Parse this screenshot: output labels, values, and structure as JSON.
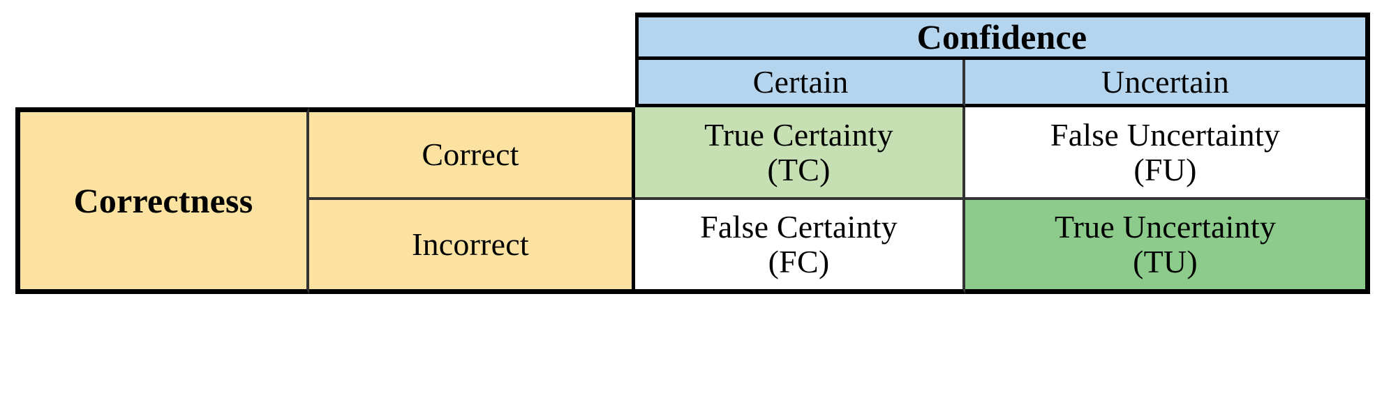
{
  "figure": {
    "kind": "confusion-matrix-table",
    "row_axis_label": "Correctness",
    "column_axis_label": "Confidence"
  },
  "colors": {
    "header_blue": "#b5d5ee",
    "header_yellow": "#fbe2a0",
    "true_certainty_green": "#c6e0b4",
    "true_uncertainty_green": "#8ccb8c",
    "neutral_white": "#ffffff",
    "border_black": "#000000"
  },
  "columns": {
    "group_label": "Confidence",
    "headers": [
      {
        "label": "Certain"
      },
      {
        "label": "Uncertain"
      }
    ]
  },
  "rows": {
    "group_label": "Correctness",
    "headers": [
      {
        "label": "Correct"
      },
      {
        "label": "Incorrect"
      }
    ]
  },
  "cells": {
    "true_certainty": {
      "name": "True Certainty",
      "abbrev": "(TC)",
      "row": "Correct",
      "column": "Certain"
    },
    "false_uncertainty": {
      "name": "False Uncertainty",
      "abbrev": "(FU)",
      "row": "Correct",
      "column": "Uncertain"
    },
    "false_certainty": {
      "name": "False Certainty",
      "abbrev": "(FC)",
      "row": "Incorrect",
      "column": "Certain"
    },
    "true_uncertainty": {
      "name": "True Uncertainty",
      "abbrev": "(TU)",
      "row": "Incorrect",
      "column": "Uncertain"
    }
  }
}
